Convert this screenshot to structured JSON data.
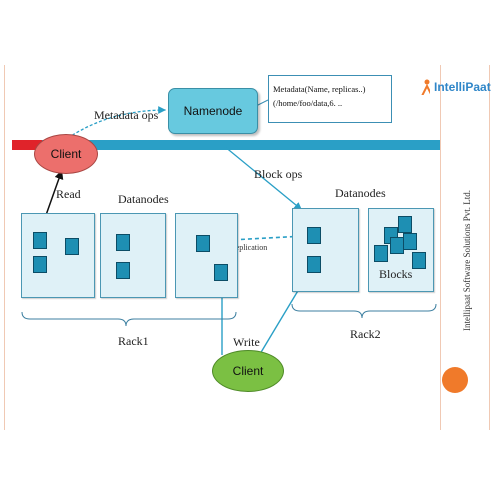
{
  "nodes": {
    "namenode": "Namenode",
    "client_top": "Client",
    "client_bottom": "Client"
  },
  "callout": {
    "line1": "Metadata(Name, replicas..)",
    "line2": "(/home/foo/data,6. .."
  },
  "labels": {
    "metadata_ops": "Metadata ops",
    "block_ops": "Block ops",
    "read": "Read",
    "write": "Write",
    "replication": "replication",
    "datanodes_left": "Datanodes",
    "datanodes_right": "Datanodes",
    "blocks": "Blocks",
    "rack1": "Rack1",
    "rack2": "Rack2"
  },
  "branding": {
    "logo_text": "IntelliPaat",
    "company": "Intellipaat Software Solutions Pvt. Ltd."
  },
  "colors": {
    "bus": "#2a9fc6",
    "bus_end": "#e0232a",
    "namenode": "#67c9df",
    "client_top": "#ec6f6c",
    "client_bottom": "#7bc043",
    "block": "#1e8fb3",
    "datanode_bg": "#dff1f7",
    "accent_dot": "#f07a2a"
  }
}
